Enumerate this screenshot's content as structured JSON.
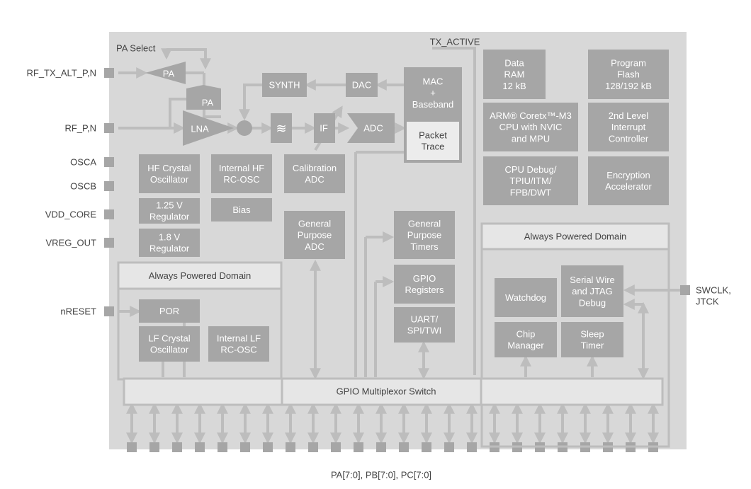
{
  "diagram": {
    "left_pins": [
      "RF_TX_ALT_P,N",
      "RF_P,N",
      "OSCA",
      "OSCB",
      "VDD_CORE",
      "VREG_OUT",
      "nRESET"
    ],
    "right_pin": [
      "SWCLK,",
      "JTCK"
    ],
    "top_label": "TX_ACTIVE",
    "pa_select": "PA Select",
    "bottom_label": "PA[7:0], PB[7:0], PC[7:0]",
    "blocks": {
      "pa1": [
        "PA"
      ],
      "pa2": [
        "PA"
      ],
      "lna": [
        "LNA"
      ],
      "synth": [
        "SYNTH"
      ],
      "dac": [
        "DAC"
      ],
      "adc": [
        "ADC"
      ],
      "if": [
        "IF"
      ],
      "filter": [
        "≋"
      ],
      "mac": [
        "MAC",
        "+",
        "Baseband"
      ],
      "packet": [
        "Packet",
        "Trace"
      ],
      "data_ram": [
        "Data",
        "RAM",
        "12 kB"
      ],
      "prog_flash": [
        "Program",
        "Flash",
        "128/192 kB"
      ],
      "cpu": [
        "ARM® Coretx™-M3",
        "CPU with NVIC",
        "and MPU"
      ],
      "irq": [
        "2nd Level",
        "Interrupt",
        "Controller"
      ],
      "dbg": [
        "CPU Debug/",
        "TPIU/ITM/",
        "FPB/DWT"
      ],
      "enc": [
        "Encryption",
        "Accelerator"
      ],
      "hf_xtal": [
        "HF Crystal",
        "Oscillator"
      ],
      "hf_rc": [
        "Internal HF",
        "RC-OSC"
      ],
      "cal_adc": [
        "Calibration",
        "ADC"
      ],
      "bias": [
        "Bias"
      ],
      "reg125": [
        "1.25 V",
        "Regulator"
      ],
      "reg18": [
        "1.8 V",
        "Regulator"
      ],
      "gp_adc": [
        "General",
        "Purpose",
        "ADC"
      ],
      "gp_timers": [
        "General",
        "Purpose",
        "Timers"
      ],
      "gpio_regs": [
        "GPIO",
        "Registers"
      ],
      "uart": [
        "UART/",
        "SPI/TWI"
      ],
      "apd_left": [
        "Always Powered Domain"
      ],
      "apd_right": [
        "Always Powered Domain"
      ],
      "por": [
        "POR"
      ],
      "lf_xtal": [
        "LF Crystal",
        "Oscillator"
      ],
      "lf_rc": [
        "Internal LF",
        "RC-OSC"
      ],
      "watchdog": [
        "Watchdog"
      ],
      "swj": [
        "Serial Wire",
        "and JTAG",
        "Debug"
      ],
      "chip_mgr": [
        "Chip",
        "Manager"
      ],
      "sleep_timer": [
        "Sleep",
        "Timer"
      ],
      "gpio_mux": [
        "GPIO Multiplexor Switch"
      ]
    }
  }
}
